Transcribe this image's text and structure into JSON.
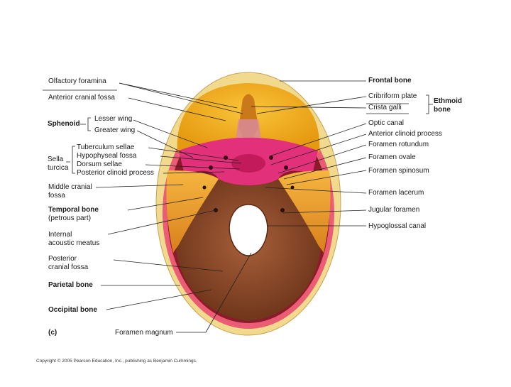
{
  "figure_label": "(c)",
  "copyright": "Copyright © 2005 Pearson Education, Inc., publishing as Benjamin Cummings.",
  "labels_left": {
    "olfactory_foramina": "Olfactory foramina",
    "anterior_cranial_fossa": "Anterior cranial fossa",
    "sphenoid": "Sphenoid",
    "lesser_wing": "Lesser wing",
    "greater_wing": "Greater wing",
    "sella_line1": "Sella",
    "sella_line2": "turcica",
    "tuberculum_sellae": "Tuberculum sellae",
    "hypophyseal_fossa": "Hypophyseal fossa",
    "dorsum_sellae": "Dorsum sellae",
    "posterior_clinoid": "Posterior clinoid process",
    "middle_fossa_line1": "Middle cranial",
    "middle_fossa_line2": "fossa",
    "temporal_bone": "Temporal bone",
    "petrous_part": "(petrous part)",
    "internal_meatus_line1": "Internal",
    "internal_meatus_line2": "acoustic meatus",
    "posterior_fossa_line1": "Posterior",
    "posterior_fossa_line2": "cranial fossa",
    "parietal_bone": "Parietal bone",
    "occipital_bone": "Occipital bone",
    "foramen_magnum": "Foramen magnum"
  },
  "labels_right": {
    "frontal_bone": "Frontal bone",
    "cribriform_plate": "Cribriform plate",
    "crista_galli": "Crista galli",
    "ethmoid_line1": "Ethmoid",
    "ethmoid_line2": "bone",
    "optic_canal": "Optic canal",
    "anterior_clinoid": "Anterior clinoid process",
    "foramen_rotundum": "Foramen rotundum",
    "foramen_ovale": "Foramen ovale",
    "foramen_spinosum": "Foramen spinosum",
    "foramen_lacerum": "Foramen lacerum",
    "jugular_foramen": "Jugular foramen",
    "hypoglossal_canal": "Hypoglossal canal"
  },
  "colors": {
    "frontal": "#f2b21c",
    "skull_rim": "#f3d98a",
    "parietal_rim": "#e94b66",
    "sphenoid": "#e3307a",
    "temporal": "#f0a028",
    "occipital": "#8a4a2a",
    "leader_line": "#222222"
  }
}
